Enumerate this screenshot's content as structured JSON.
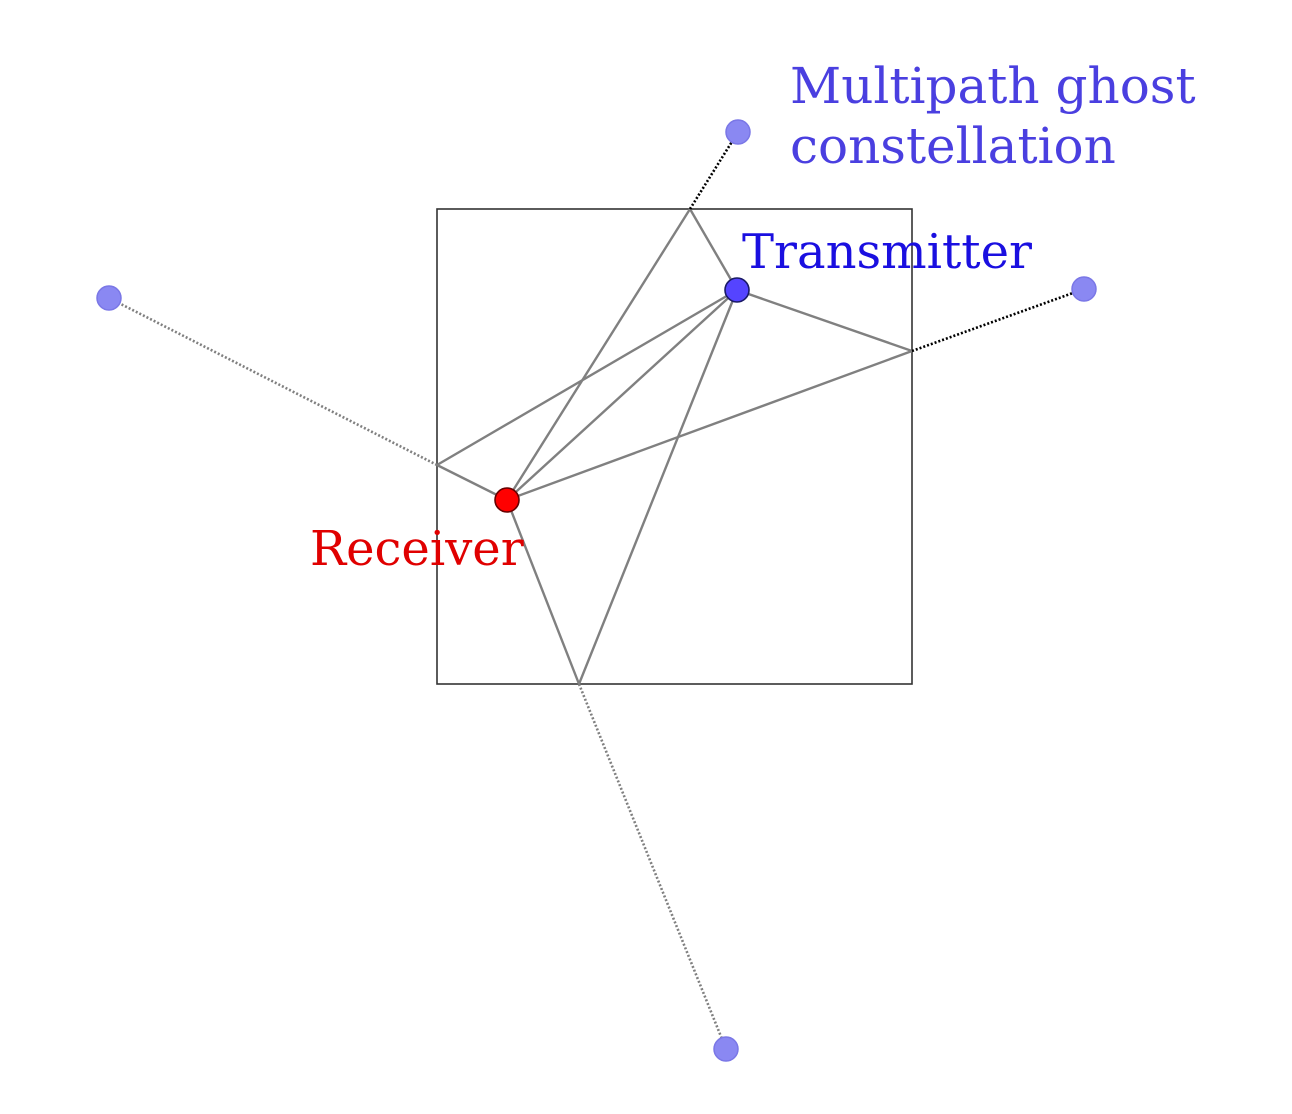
{
  "labels": {
    "ghost_line1": "Multipath ghost",
    "ghost_line2": "constellation",
    "transmitter": "Transmitter",
    "receiver": "Receiver"
  },
  "colors": {
    "ghost_text": "#4a3fe0",
    "transmitter_text": "#1a0fe0",
    "receiver_text": "#e00000",
    "transmitter_fill": "#5544ff",
    "receiver_fill": "#ff0000",
    "ghost_fill": "#8a88f2",
    "ray": "#808080",
    "room": "#333333"
  }
}
